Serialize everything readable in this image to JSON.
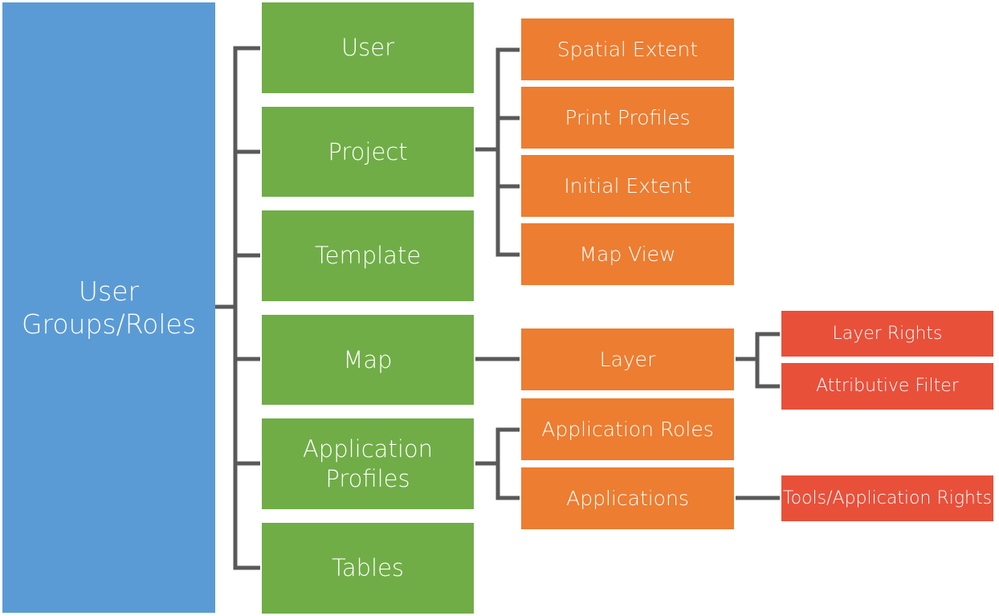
{
  "diagram": {
    "root": "User\nGroups/Roles",
    "level1": [
      "User",
      "Project",
      "Template",
      "Map",
      "Application\nProfiles",
      "Tables"
    ],
    "project_children": [
      "Spatial Extent",
      "Print Profiles",
      "Initial Extent",
      "Map View"
    ],
    "map_children": [
      "Layer"
    ],
    "layer_children": [
      "Layer Rights",
      "Attributive Filter"
    ],
    "application_profiles_children": [
      "Application Roles",
      "Applications"
    ],
    "applications_children": [
      "Tools/Application Rights"
    ],
    "colors": {
      "root": "#5b9bd5",
      "level1": "#70ad47",
      "level2": "#ed7d31",
      "level3": "#e9503a",
      "connector": "#595959"
    }
  }
}
